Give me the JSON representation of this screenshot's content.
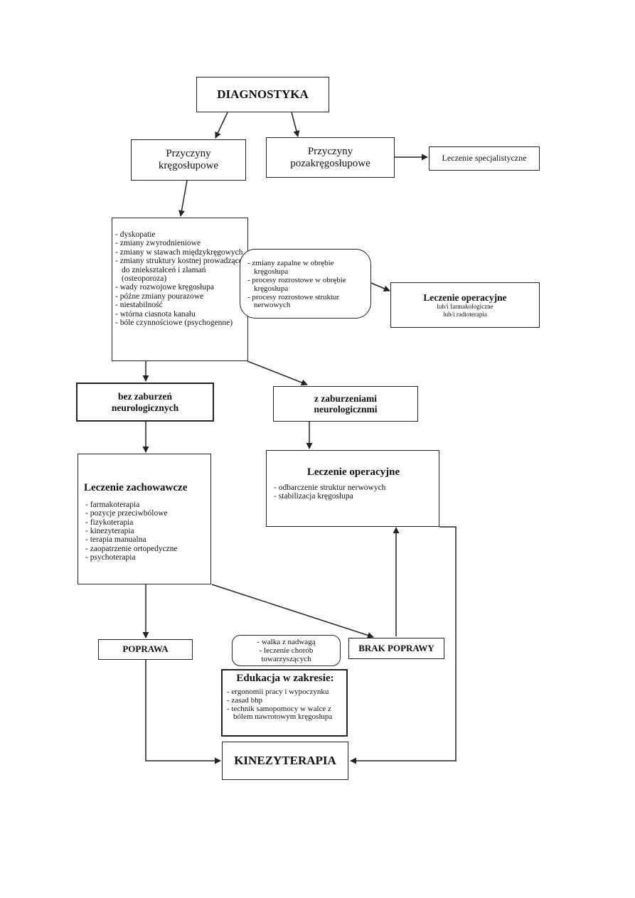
{
  "diagnostyka": "DIAGNOSTYKA",
  "przyczyny_kregoslupowe": [
    "Przyczyny",
    "kręgosłupowe"
  ],
  "przyczyny_pozakregoslupowe": [
    "Przyczyny",
    "pozakręgosłupowe"
  ],
  "leczenie_specjalistyczne": "Leczenie specjalistyczne",
  "causes_list": [
    "dyskopatie",
    "zmiany zwyrodnieniowe",
    "zmiany w stawach międzykręgowych",
    "zmiany struktury kostnej prowadzące do zniekształceń i złamań (osteoporoza)",
    "wady rozwojowe kręgosłupa",
    "późne zmiany pourazowe",
    "niestabilność",
    "wtórna ciasnota kanału",
    "bóle czynnościowe (psychogenne)"
  ],
  "inflammatory_list": [
    "zmiany zapalne w obrębie kręgosłupa",
    "procesy rozrostowe w obrębie kręgosłupa",
    "procesy rozrostowe struktur nerwowych"
  ],
  "leczenie_operacyjne_top": {
    "title": "Leczenie operacyjne",
    "line1": "lub/i farmakologiczne",
    "line2": "lub/i radioterapia"
  },
  "bez_zaburzen": [
    "bez zaburzeń",
    "neurologicznych"
  ],
  "z_zaburzeniami": [
    "z zaburzeniami",
    "neurologicznmi"
  ],
  "leczenie_zachowawcze": {
    "title": "Leczenie zachowawcze",
    "items": [
      "farmakoterapia",
      "pozycje przeciwbólowe",
      "fizykoterapia",
      "kinezyterapia",
      "terapia manualna",
      "zaopatrzenie ortopedyczne",
      "psychoterapia"
    ]
  },
  "leczenie_operacyjne_mid": {
    "title": "Leczenie operacyjne",
    "items": [
      "odbarczenie struktur nerwowych",
      "stabilizacja kręgosłupa"
    ]
  },
  "poprawa": "POPRAWA",
  "brak_poprawy": "BRAK POPRAWY",
  "weight_box": [
    "- walka z nadwagą",
    "- leczenie chorób",
    "towarzyszących"
  ],
  "edukacja": {
    "title": "Edukacja w zakresie:",
    "items": [
      "ergonomii pracy i wypoczynku",
      "zasad bhp",
      "technik samopomocy w walce z bólem nawrotowym kręgosłupa"
    ]
  },
  "kinezyterapia": "KINEZYTERAPIA",
  "colors": {
    "line": "#222222",
    "background": "#ffffff",
    "text": "#111111"
  }
}
